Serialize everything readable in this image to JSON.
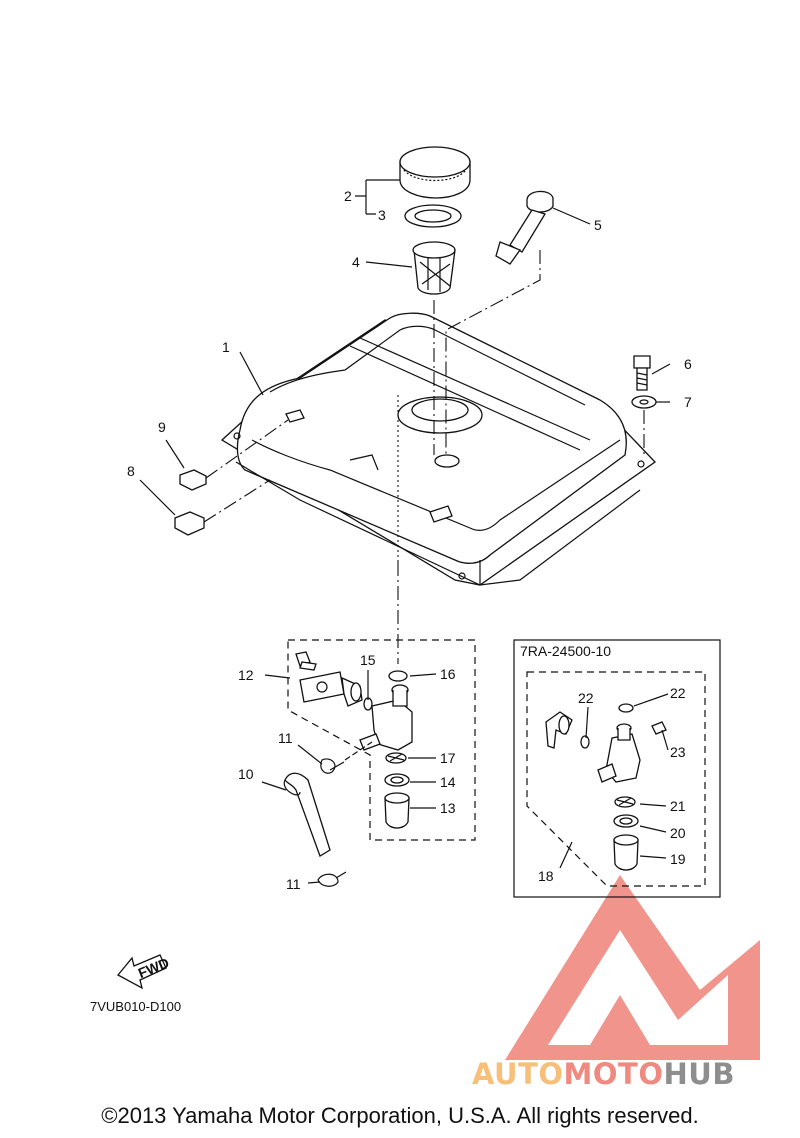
{
  "callouts": {
    "c1": "1",
    "c2": "2",
    "c3": "3",
    "c4": "4",
    "c5": "5",
    "c6": "6",
    "c7": "7",
    "c8": "8",
    "c9": "9",
    "c10": "10",
    "c11a": "11",
    "c11b": "11",
    "c12": "12",
    "c13": "13",
    "c14": "14",
    "c15": "15",
    "c16": "16",
    "c17": "17",
    "c18": "18",
    "c19": "19",
    "c20": "20",
    "c21": "21",
    "c22a": "22",
    "c22b": "22",
    "c23": "23"
  },
  "kit_box_label": "7RA-24500-10",
  "fwd_label": "FWD",
  "diagram_code": "7VUB010-D100",
  "watermark": {
    "part1": "AUTO",
    "part2": "MOTO",
    "part3": "HUB"
  },
  "colors": {
    "watermark_red": "#f08a80",
    "watermark_orange": "#f6c07a",
    "watermark_gray": "#8e8e8e"
  },
  "copyright": "©2013 Yamaha Motor Corporation, U.S.A. All rights reserved."
}
